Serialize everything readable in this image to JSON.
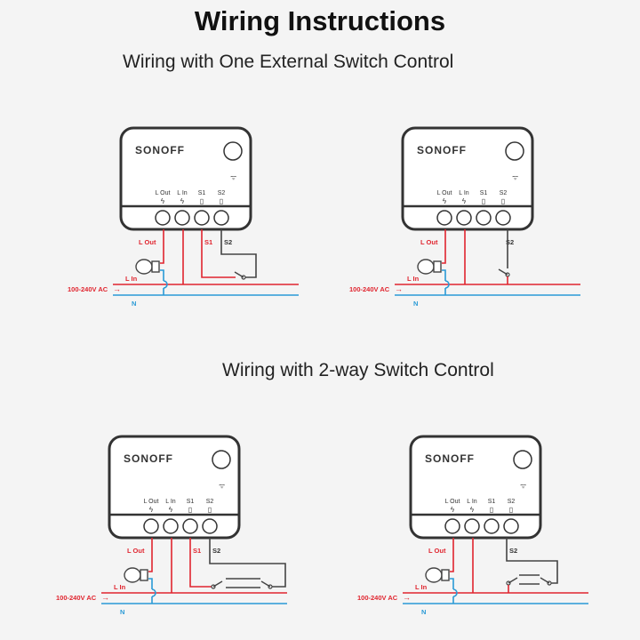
{
  "title": "Wiring Instructions",
  "sections": [
    {
      "heading": "Wiring with One External Switch Control"
    },
    {
      "heading": "Wiring with 2-way Switch Control"
    }
  ],
  "device": {
    "brand": "SONOFF",
    "terminals": [
      "L Out",
      "L In",
      "S1",
      "S2"
    ]
  },
  "wire_labels": {
    "l_out": "L Out",
    "l_in": "L In",
    "s1": "S1",
    "s2": "S2",
    "n": "N",
    "supply": "100-240V AC"
  },
  "diagrams": [
    {
      "variant": "single-switch-s1"
    },
    {
      "variant": "single-switch-s2"
    },
    {
      "variant": "two-way-s1"
    },
    {
      "variant": "two-way-s2"
    }
  ],
  "colors": {
    "live": "#e0252f",
    "neutral": "#2a9ad6",
    "switch_wire": "#444444",
    "device": "#333333"
  }
}
